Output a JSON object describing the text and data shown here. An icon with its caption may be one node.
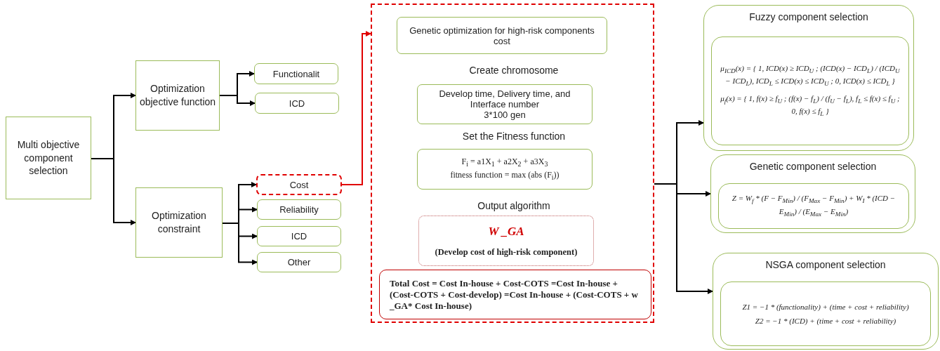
{
  "diagram": {
    "nodes": [
      {
        "text": [
          "Multi objective component selection"
        ]
      },
      {
        "text": [
          "Optimization objective function"
        ]
      },
      {
        "text": [
          "Functionalit"
        ]
      },
      {
        "text": [
          "ICD"
        ]
      },
      {
        "text": [
          "Optimization constraint"
        ]
      },
      {
        "text": [
          "Cost"
        ]
      },
      {
        "text": [
          "Reliability"
        ]
      },
      {
        "text": [
          "ICD"
        ]
      },
      {
        "text": [
          "Other"
        ]
      },
      {
        "text": [],
        "shape": "box"
      },
      {
        "text": [
          "Genetic optimization for high-risk components cost"
        ],
        "in": 9
      },
      {
        "text": [
          "Create chromosome"
        ],
        "in": 9
      },
      {
        "text": [
          "Develop time, Delivery time, and Interface number",
          "3*100 gen"
        ],
        "in": 9
      },
      {
        "text": [
          "Set the Fitness function"
        ],
        "in": 9
      },
      {
        "text": [
          "F$_{i}$ = a1X$_{1}$ + a2X$_{2}$ + a3X$_{3}$",
          "fitness function = max (abs (F$_{i}$))"
        ],
        "in": 9
      },
      {
        "text": [
          "Output algorithm"
        ],
        "in": 9
      },
      {
        "text": [
          "W _GA",
          "(Develop cost of high-risk component)"
        ],
        "in": 9
      },
      {
        "text": [
          "Total Cost = Cost In-house + Cost-COTS =Cost In-house + (Cost-COTS + Cost-develop) =Cost In-house + (Cost-COTS + w _GA* Cost In-house)"
        ],
        "in": 9
      },
      {
        "text": [
          "Fuzzy component selection"
        ]
      },
      {
        "text": [
          "μ$_{ICD}$(x) = { 1, ICD(x) ≥ ICD$_{U}$ ; (ICD(x) − ICD$_{L}$) / (ICD$_{U}$ − ICD$_{L}$), ICD$_{L}$ ≤ ICD(x) ≤ ICD$_{U}$ ; 0, ICD(x) ≤ ICD$_{L}$ }",
          "μ$_{f}$(x) = { 1, f(x) ≥ f$_{U}$ ; (f(x) − f$_{L}$) / (f$_{U}$ − f$_{L}$), f$_{L}$ ≤ f(x) ≤ f$_{U}$ ; 0, f(x) ≤ f$_{L}$ }"
        ],
        "in": 18
      },
      {
        "text": [
          "Genetic component selection"
        ]
      },
      {
        "text": [
          "Z = W$_{f}$ * (F − F$_{Min}$) / (F$_{Max}$ − F$_{Min}$) + W$_{I}$ * (ICD − E$_{Min}$) / (E$_{Max}$ − E$_{Min}$)"
        ],
        "in": 20
      },
      {
        "text": [
          "NSGA component selection"
        ]
      },
      {
        "text": [
          "Z1 = −1 * (functionality) + (time + cost + reliability)",
          "Z2 = −1 * (ICD) + (time + cost + reliability)"
        ],
        "in": 22
      }
    ],
    "edges": [
      {
        "from": 0,
        "to": 1,
        "arrow": "to"
      },
      {
        "from": 0,
        "to": 4,
        "arrow": "to"
      },
      {
        "from": 1,
        "to": 2,
        "arrow": "to"
      },
      {
        "from": 1,
        "to": 3,
        "arrow": "to"
      },
      {
        "from": 4,
        "to": 5,
        "arrow": "to"
      },
      {
        "from": 4,
        "to": 6,
        "arrow": "to"
      },
      {
        "from": 4,
        "to": 7,
        "arrow": "to"
      },
      {
        "from": 4,
        "to": 8,
        "arrow": "to"
      },
      {
        "from": 5,
        "to": 9,
        "arrow": "to",
        "color": "#e00000"
      },
      {
        "from": 9,
        "to": 18,
        "arrow": "to"
      },
      {
        "from": 9,
        "to": 20,
        "arrow": "to"
      },
      {
        "from": 9,
        "to": 22,
        "arrow": "to"
      }
    ]
  }
}
